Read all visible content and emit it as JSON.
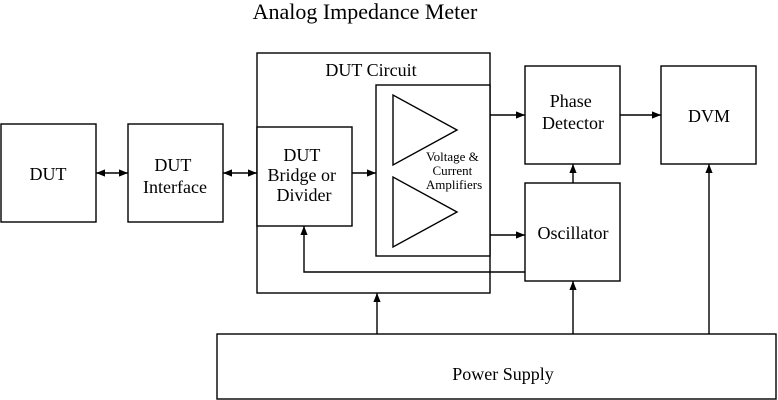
{
  "title": "Analog Impedance Meter",
  "blocks": {
    "dut": "DUT",
    "dut_interface": [
      "DUT",
      "Interface"
    ],
    "dut_circuit": "DUT Circuit",
    "bridge": [
      "DUT",
      "Bridge or",
      "Divider"
    ],
    "amplifiers": [
      "Voltage &",
      "Current",
      "Amplifiers"
    ],
    "phase_detector": [
      "Phase",
      "Detector"
    ],
    "dvm": "DVM",
    "oscillator": "Oscillator",
    "power_supply": "Power Supply"
  },
  "colors": {
    "stroke": "#000000",
    "background": "#ffffff"
  }
}
